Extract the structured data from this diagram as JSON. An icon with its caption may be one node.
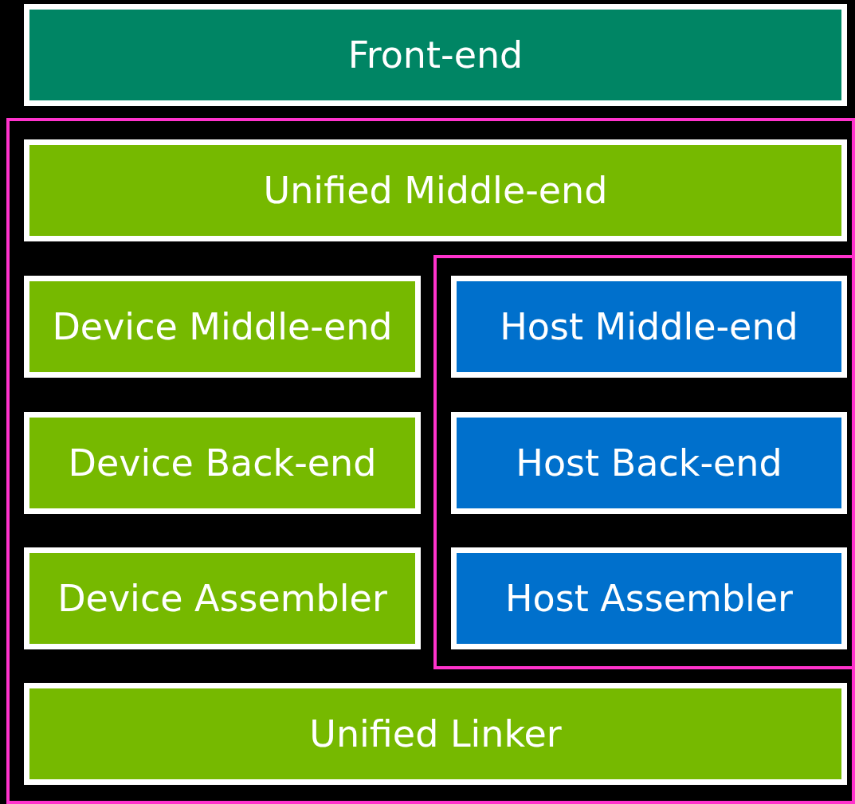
{
  "diagram": {
    "nodes": [
      {
        "text": [
          "Front-end"
        ]
      },
      {
        "text": [],
        "shape": "box"
      },
      {
        "text": [
          "Unified Middle-end"
        ],
        "in": 1
      },
      {
        "text": [
          "Device Middle-end"
        ],
        "in": 1
      },
      {
        "text": [],
        "shape": "box",
        "in": 1
      },
      {
        "text": [
          "Host Middle-end"
        ],
        "in": 4
      },
      {
        "text": [
          "Device Back-end"
        ],
        "in": 1
      },
      {
        "text": [
          "Host Back-end"
        ],
        "in": 4
      },
      {
        "text": [
          "Device Assembler"
        ],
        "in": 1
      },
      {
        "text": [
          "Host Assembler"
        ],
        "in": 4
      },
      {
        "text": [
          "Unified Linker"
        ],
        "in": 1
      }
    ]
  }
}
